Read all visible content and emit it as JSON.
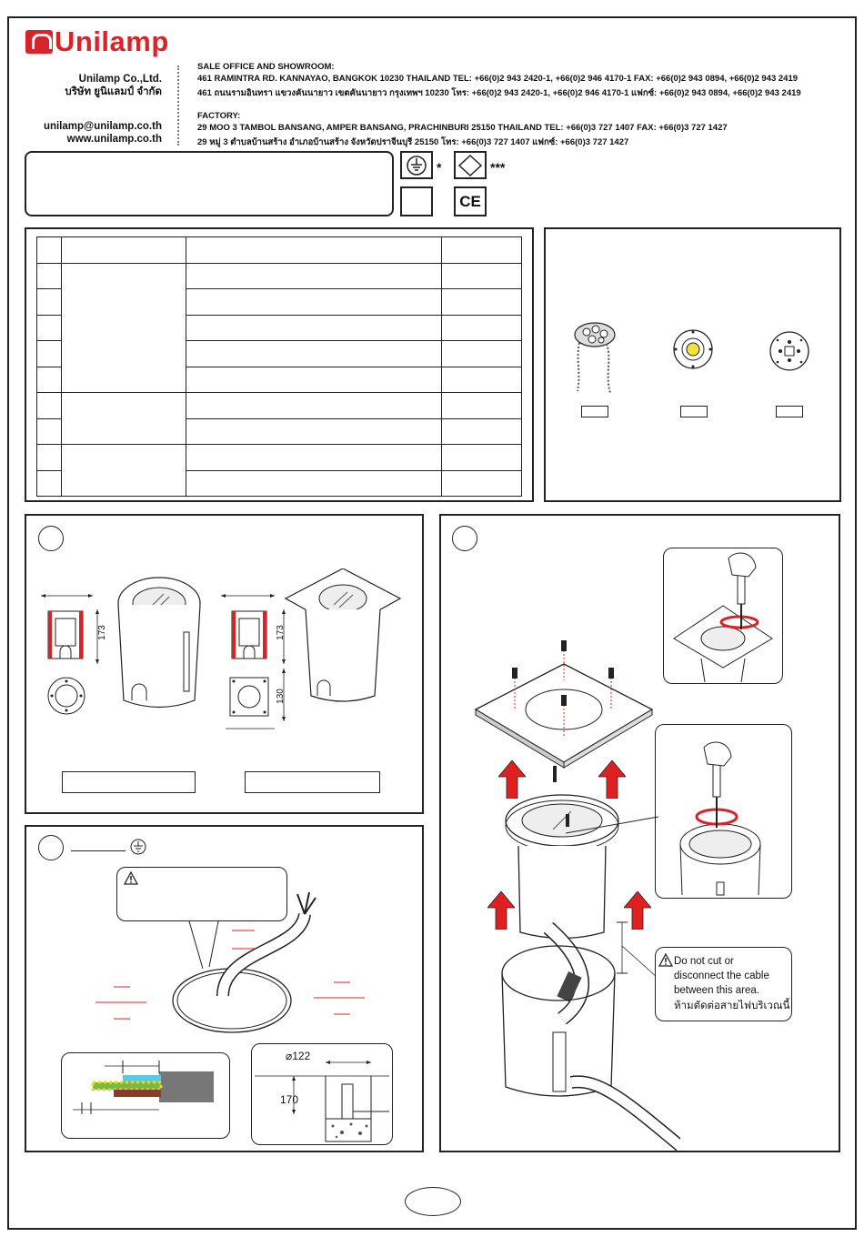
{
  "brand": {
    "name": "Unilamp",
    "color": "#d9232a"
  },
  "company": {
    "name_en": "Unilamp Co.,Ltd.",
    "name_th": "บริษัท ยูนิแลมป์ จำกัด",
    "email": "unilamp@unilamp.co.th",
    "website": "www.unilamp.co.th"
  },
  "sales": {
    "heading": "SALE OFFICE AND SHOWROOM:",
    "line_en": "461 RAMINTRA RD. KANNAYAO, BANGKOK 10230 THAILAND TEL: +66(0)2 943 2420-1, +66(0)2 946 4170-1 FAX: +66(0)2 943 0894, +66(0)2 943 2419",
    "line_th": "461 ถนนรามอินทรา แขวงคันนายาว เขตคันนายาว กรุงเทพฯ 10230  โทร: +66(0)2 943 2420-1, +66(0)2 946 4170-1 แฟกซ์: +66(0)2 943 0894, +66(0)2 943 2419"
  },
  "factory": {
    "heading": "FACTORY:",
    "line_en": "29 MOO 3 TAMBOL BANSANG, AMPER BANSANG, PRACHINBURI 25150 THAILAND TEL: +66(0)3 727 1407 FAX: +66(0)3 727 1427",
    "line_th": "29 หมู่ 3 ตำบลบ้านสร้าง อำเภอบ้านสร้าง จังหวัดปราจีนบุรี  25150  โทร: +66(0)3 727 1407 แฟกซ์: +66(0)3 727 1427"
  },
  "symbols": {
    "earth_note": "*",
    "diamond_note": "***",
    "ce": "CE"
  },
  "fig1": {
    "number": "",
    "dim_round_h": "173",
    "dim_square_h": "173",
    "dim_square_w": "130"
  },
  "fig2": {
    "number": ""
  },
  "fig3": {
    "number": "",
    "dim_diameter": "⌀122",
    "dim_depth": "170"
  },
  "cable_warning": {
    "line1": "Do not cut or",
    "line2": "disconnect the cable",
    "line3": "between this area.",
    "line_th": "ห้ามตัดต่อสายไฟบริเวณนี้"
  },
  "page_number": ""
}
